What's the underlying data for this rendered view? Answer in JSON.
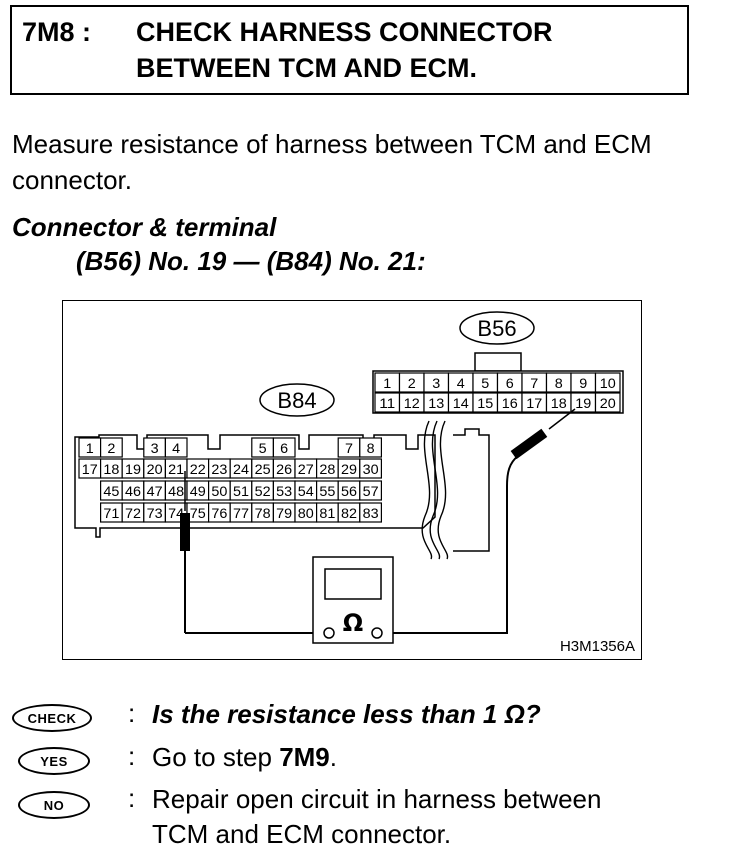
{
  "header": {
    "step_id": "7M8 :",
    "title_line1": "CHECK HARNESS CONNECTOR",
    "title_line2": "BETWEEN TCM AND ECM."
  },
  "intro": "Measure resistance of harness between TCM and ECM connector.",
  "connector": {
    "label": "Connector & terminal",
    "value": "(B56) No. 19 — (B84) No. 21:"
  },
  "figure": {
    "code": "H3M1356A",
    "b56": {
      "name": "B56",
      "row1": [
        "1",
        "2",
        "3",
        "4",
        "5",
        "6",
        "7",
        "8",
        "9",
        "10"
      ],
      "row2": [
        "11",
        "12",
        "13",
        "14",
        "15",
        "16",
        "17",
        "18",
        "19",
        "20"
      ]
    },
    "b84": {
      "name": "B84",
      "row1": [
        "1",
        "2",
        "3",
        "4",
        "5",
        "6",
        "7",
        "8"
      ],
      "row2": [
        "17",
        "18",
        "19",
        "20",
        "21",
        "22",
        "23",
        "24",
        "25",
        "26",
        "27",
        "28",
        "29",
        "30"
      ],
      "row3": [
        "45",
        "46",
        "47",
        "48",
        "49",
        "50",
        "51",
        "52",
        "53",
        "54",
        "55",
        "56",
        "57"
      ],
      "row4": [
        "71",
        "72",
        "73",
        "74",
        "75",
        "76",
        "77",
        "78",
        "79",
        "80",
        "81",
        "82",
        "83"
      ]
    },
    "ohm_symbol": "Ω"
  },
  "check": {
    "badge": "CHECK",
    "colon": ":",
    "question": "Is the resistance less than 1 Ω?"
  },
  "yes": {
    "badge": "YES",
    "colon": ":",
    "text_prefix": "Go to step ",
    "step": "7M9",
    "text_suffix": "."
  },
  "no": {
    "badge": "NO",
    "colon": ":",
    "line1": "Repair open circuit in harness between",
    "line2": "TCM and ECM connector."
  }
}
